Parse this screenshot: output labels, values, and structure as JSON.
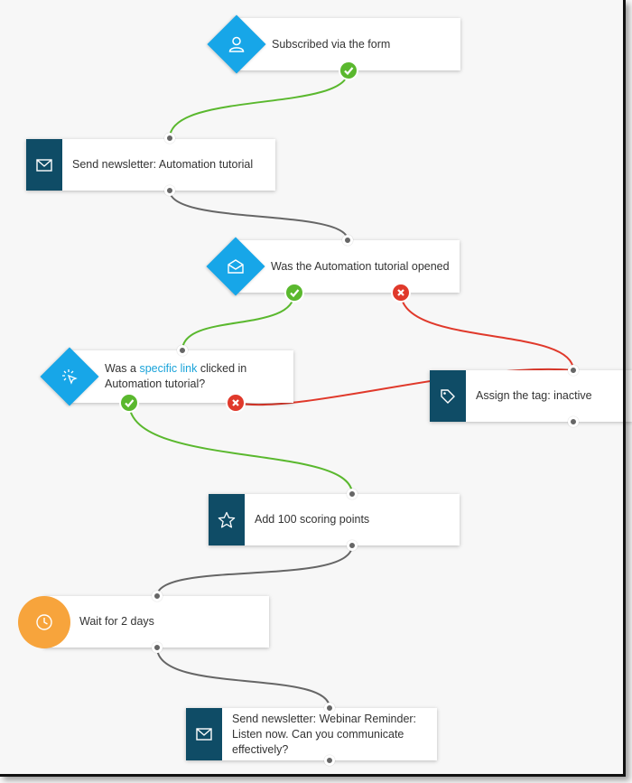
{
  "nodes": {
    "subscribed": {
      "label": "Subscribed via the form",
      "icon": "user-icon"
    },
    "send_tutorial": {
      "label": "Send newsletter: Automation tutorial",
      "icon": "envelope-icon"
    },
    "opened": {
      "label": "Was the Automation tutorial opened",
      "icon": "open-envelope-icon"
    },
    "clicked": {
      "label_before": "Was a ",
      "link_text": "specific link",
      "label_after": " clicked in Automation tutorial?",
      "icon": "cursor-click-icon"
    },
    "tag": {
      "label": "Assign the tag: inactive",
      "icon": "tag-icon"
    },
    "score": {
      "label": "Add 100 scoring points",
      "icon": "star-icon"
    },
    "wait": {
      "label": "Wait for 2 days",
      "icon": "clock-icon"
    },
    "send_reminder": {
      "label": "Send newsletter: Webinar Reminder: Listen now. Can you communicate effectively?",
      "icon": "envelope-icon"
    }
  },
  "colors": {
    "yes": "#5ab82e",
    "no": "#e0392b",
    "neutral": "#666666",
    "condition": "#17a6e8",
    "action": "#0f4c66",
    "timer": "#f7a43c",
    "link": "#1aa3d9"
  }
}
